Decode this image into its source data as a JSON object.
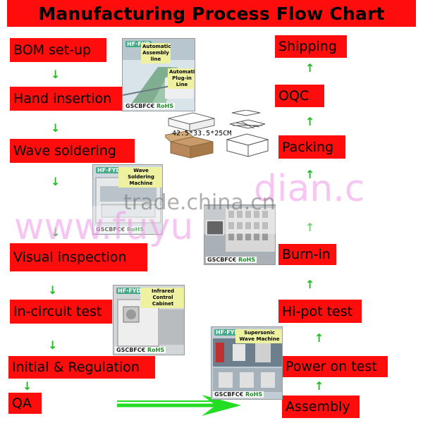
{
  "title": "Manufacturing Process Flow Chart",
  "colors": {
    "box": "#ff0d0d",
    "arrow": "#22bb22",
    "text": "#000000"
  },
  "left_steps": [
    "BOM set-up",
    "Hand insertion",
    "Wave soldering",
    "Visual inspection",
    "In-circuit test",
    "Initial & Regulation",
    "QA"
  ],
  "right_steps": [
    "Shipping",
    "OQC",
    "Packing",
    "Burn-in",
    "Hi-pot test",
    "Power on test",
    "Assembly"
  ],
  "arrow_glyphs": {
    "down": "↓",
    "up": "↑"
  },
  "photos": {
    "brand": "HF·FYD",
    "cert": "GSCBFC€",
    "rohs": "RoHS",
    "assembly_line_caption_1": "Automatic Assembly line",
    "assembly_line_caption_2": "Automatic Plug-in Line",
    "wave_soldering_caption": "Wave Soldering Machine",
    "infrared_caption": "Infrared Control Cabinet",
    "supersonic_caption": "Supersonic Wave Machine"
  },
  "packing_dimensions": "42.5*33.5*25CM",
  "watermarks": {
    "site": "trade.china.cn",
    "url_fragment": "www.fuyu",
    "url_fragment_2": "dian.c"
  }
}
